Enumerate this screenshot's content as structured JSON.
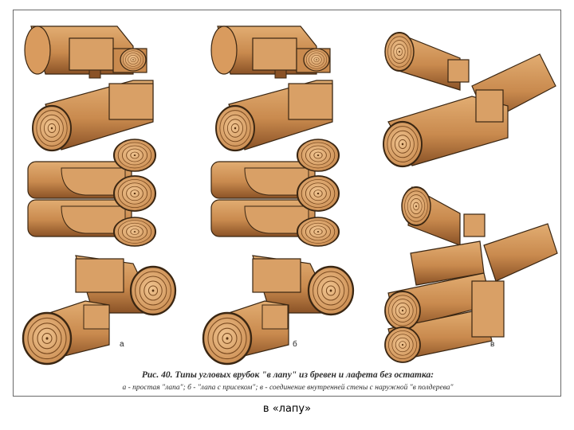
{
  "figure": {
    "panel_labels": [
      "а",
      "б",
      "в"
    ],
    "caption_title": "Рис. 40. Типы угловых врубок \"в лапу\" из бревен и лафета без остатка:",
    "caption_legend": "а - простая \"лапа\"; б - \"лапа с присеком\"; в - соединение внутренней стены с наружной \"в полдерева\""
  },
  "footer": {
    "text": "в «лапу»"
  },
  "colors": {
    "wood": "#c98a4e",
    "wood_light": "#e2ad72",
    "wood_dark": "#8a5226",
    "outline": "#3a2612",
    "frame": "#6a6a6a"
  }
}
